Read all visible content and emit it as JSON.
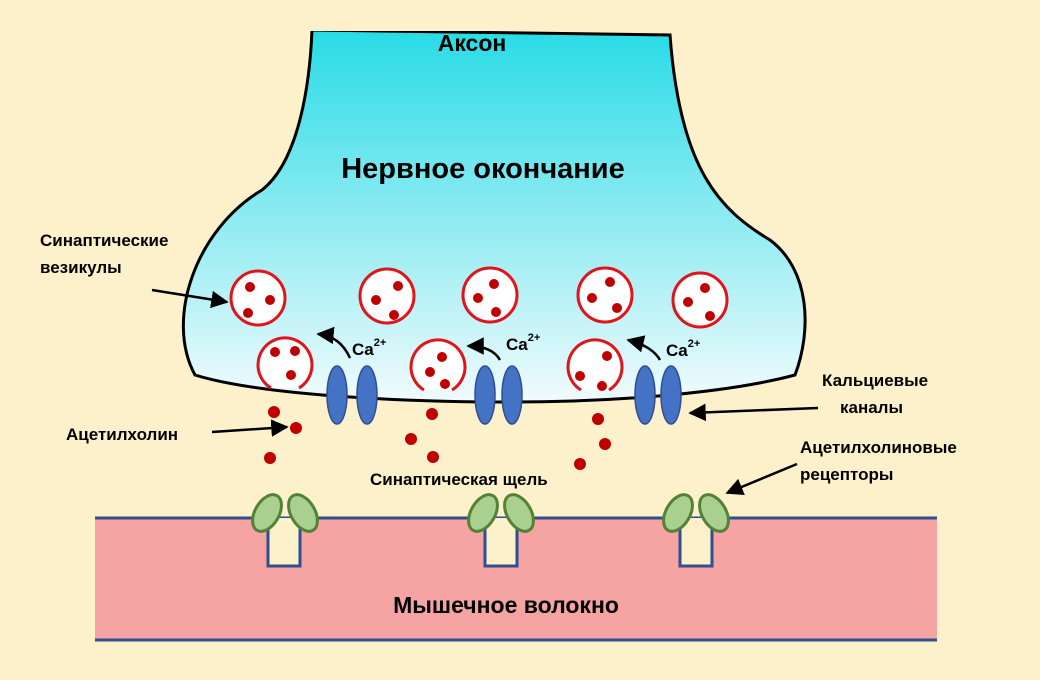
{
  "labels": {
    "axon": "Аксон",
    "nerve_ending": "Нервное окончание",
    "vesicles_line1": "Синаптические",
    "vesicles_line2": "везикулы",
    "acetylcholine": "Ацетилхолин",
    "calcium_channels_line1": "Кальциевые",
    "calcium_channels_line2": "каналы",
    "receptors_line1": "Ацетилхолиновые",
    "receptors_line2": "рецепторы",
    "synaptic_cleft": "Синаптическая щель",
    "muscle_fiber": "Мышечное волокно",
    "calcium_ion": "Ca",
    "calcium_charge": "2+"
  },
  "colors": {
    "background": "#fdf1cc",
    "terminal_top": "#28dbe6",
    "terminal_bottom": "#f1fbfd",
    "muscle": "#f5a3a3",
    "membrane_line": "#2f4f8f",
    "vesicle_ring": "#e0141a",
    "neurotransmitter": "#c00000",
    "calcium_channel": "#4472c4",
    "receptor": "#a9d08e",
    "receptor_outline": "#548235"
  }
}
